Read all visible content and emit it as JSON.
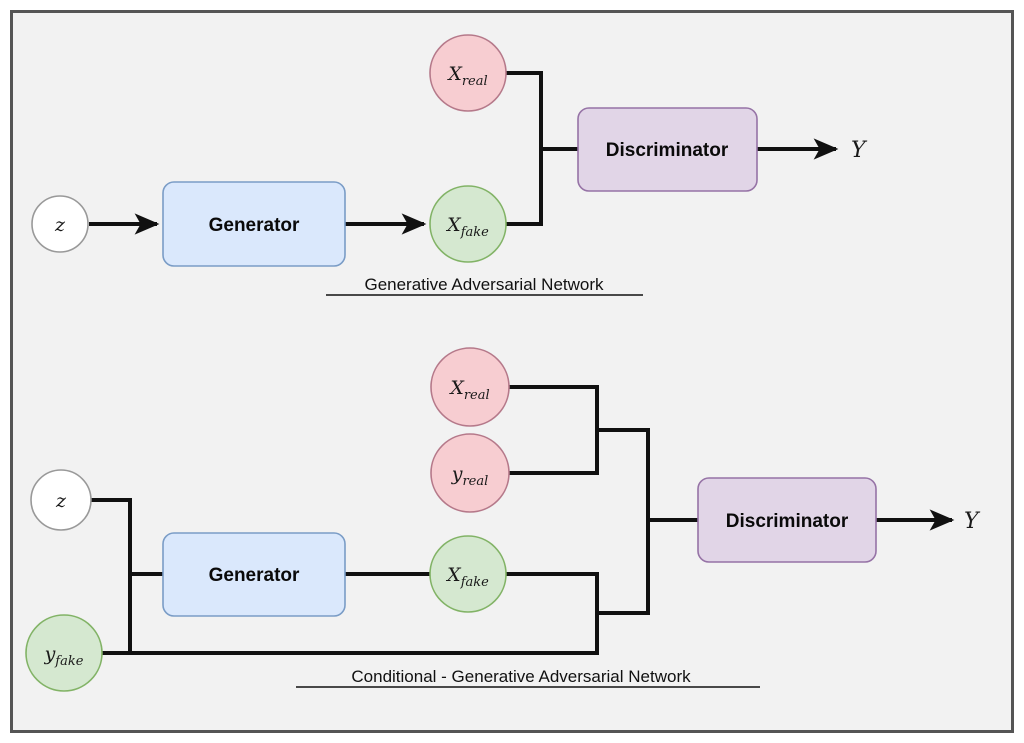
{
  "figure": {
    "background_color": "#f2f2f2",
    "page_color": "#ffffff",
    "border_color": "#555555",
    "edge_color": "#111111"
  },
  "palette": {
    "pink_fill": "#f7cdd1",
    "pink_stroke": "#b5798a",
    "green_fill": "#d5e8d0",
    "green_stroke": "#82b366",
    "blue_fill": "#dae8fc",
    "blue_stroke": "#7a9cc6",
    "purple_fill": "#e1d5e7",
    "purple_stroke": "#9673a6",
    "white_fill": "#ffffff",
    "gray_stroke": "#999999"
  },
  "diagrams": [
    {
      "id": "gan",
      "caption": "Generative Adversarial Network ",
      "nodes": [
        {
          "id": "z",
          "shape": "circle",
          "label": "z",
          "sub": "",
          "style": "white"
        },
        {
          "id": "generator",
          "shape": "box",
          "label": "Generator",
          "sub": "",
          "style": "blue"
        },
        {
          "id": "x_real",
          "shape": "circle",
          "label": "X",
          "sub": "real",
          "style": "pink"
        },
        {
          "id": "x_fake",
          "shape": "circle",
          "label": "X",
          "sub": "fake",
          "style": "green"
        },
        {
          "id": "discriminator",
          "shape": "box",
          "label": "Discriminator",
          "sub": "",
          "style": "purple"
        },
        {
          "id": "y_out",
          "shape": "text",
          "label": "Y",
          "sub": "",
          "style": "plain"
        }
      ],
      "edges": [
        {
          "from": "z",
          "to": "generator",
          "arrow": true
        },
        {
          "from": "generator",
          "to": "x_fake",
          "arrow": true
        },
        {
          "from": "x_real",
          "to": "discriminator",
          "arrow": false
        },
        {
          "from": "x_fake",
          "to": "discriminator",
          "arrow": false
        },
        {
          "from": "discriminator",
          "to": "y_out",
          "arrow": true
        }
      ]
    },
    {
      "id": "cgan",
      "caption": "Conditional - Generative Adversarial Network ",
      "nodes": [
        {
          "id": "z",
          "shape": "circle",
          "label": "z",
          "sub": "",
          "style": "white"
        },
        {
          "id": "y_fake",
          "shape": "circle",
          "label": "y",
          "sub": "fake",
          "style": "green"
        },
        {
          "id": "generator",
          "shape": "box",
          "label": "Generator",
          "sub": "",
          "style": "blue"
        },
        {
          "id": "x_real",
          "shape": "circle",
          "label": "X",
          "sub": "real",
          "style": "pink"
        },
        {
          "id": "y_real",
          "shape": "circle",
          "label": "y",
          "sub": "real",
          "style": "pink"
        },
        {
          "id": "x_fake",
          "shape": "circle",
          "label": "X",
          "sub": "fake",
          "style": "green"
        },
        {
          "id": "discriminator",
          "shape": "box",
          "label": "Discriminator",
          "sub": "",
          "style": "purple"
        },
        {
          "id": "y_out",
          "shape": "text",
          "label": "Y",
          "sub": "",
          "style": "plain"
        }
      ],
      "edges": [
        {
          "from": "z",
          "to": "generator",
          "arrow": false
        },
        {
          "from": "y_fake",
          "to": "generator",
          "arrow": false
        },
        {
          "from": "generator",
          "to": "x_fake",
          "arrow": false
        },
        {
          "from": "x_real",
          "to": "discriminator",
          "arrow": false
        },
        {
          "from": "y_real",
          "to": "discriminator",
          "arrow": false
        },
        {
          "from": "x_fake",
          "to": "discriminator",
          "arrow": false
        },
        {
          "from": "y_fake",
          "to": "discriminator",
          "arrow": false
        },
        {
          "from": "discriminator",
          "to": "y_out",
          "arrow": true
        }
      ]
    }
  ],
  "labels": {
    "gan": {
      "z": "z",
      "generator": "Generator",
      "x_real_base": "X",
      "x_real_sub": "real",
      "x_fake_base": "X",
      "x_fake_sub": "fake",
      "discriminator": "Discriminator",
      "y_out": "Y",
      "caption": "Generative Adversarial Network "
    },
    "cgan": {
      "z": "z",
      "y_fake_base": "y",
      "y_fake_sub": "fake",
      "generator": "Generator",
      "x_real_base": "X",
      "x_real_sub": "real",
      "y_real_base": "y",
      "y_real_sub": "real",
      "x_fake_base": "X",
      "x_fake_sub": "fake",
      "discriminator": "Discriminator",
      "y_out": "Y",
      "caption": "Conditional - Generative Adversarial Network "
    }
  }
}
